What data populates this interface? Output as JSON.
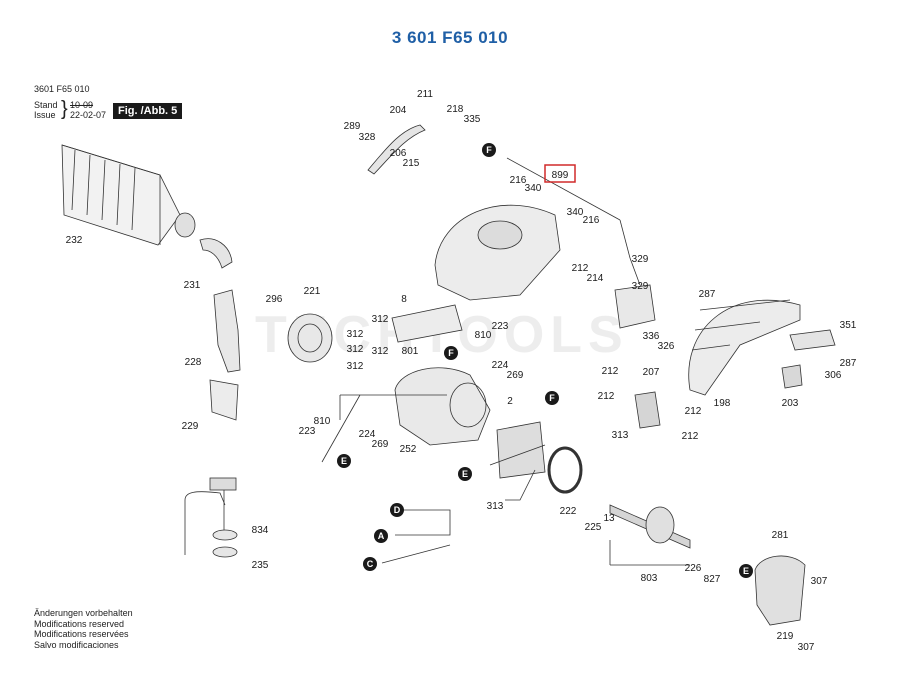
{
  "title": "3 601 F65 010",
  "header": {
    "model": "3601 F65 010",
    "stand_label": "Stand",
    "stand_date_old": "10-09",
    "issue_label": "Issue",
    "issue_date": "22-02-07",
    "figure": "Fig. /Abb. 5"
  },
  "highlight_part": "899",
  "watermark": "TECHTOOLS",
  "parts": [
    {
      "id": "p211",
      "n": "211"
    },
    {
      "id": "p204",
      "n": "204"
    },
    {
      "id": "p218",
      "n": "218"
    },
    {
      "id": "p289",
      "n": "289"
    },
    {
      "id": "p328",
      "n": "328"
    },
    {
      "id": "p335",
      "n": "335"
    },
    {
      "id": "p206",
      "n": "206"
    },
    {
      "id": "p215",
      "n": "215"
    },
    {
      "id": "p899",
      "n": "899"
    },
    {
      "id": "p216a",
      "n": "216"
    },
    {
      "id": "p340a",
      "n": "340"
    },
    {
      "id": "p340b",
      "n": "340"
    },
    {
      "id": "p216b",
      "n": "216"
    },
    {
      "id": "p232",
      "n": "232"
    },
    {
      "id": "p231",
      "n": "231"
    },
    {
      "id": "p329a",
      "n": "329"
    },
    {
      "id": "p212a",
      "n": "212"
    },
    {
      "id": "p214",
      "n": "214"
    },
    {
      "id": "p329b",
      "n": "329"
    },
    {
      "id": "p287a",
      "n": "287"
    },
    {
      "id": "p351",
      "n": "351"
    },
    {
      "id": "p296",
      "n": "296"
    },
    {
      "id": "p221",
      "n": "221"
    },
    {
      "id": "p8",
      "n": "8"
    },
    {
      "id": "p312a",
      "n": "312"
    },
    {
      "id": "p312b",
      "n": "312"
    },
    {
      "id": "p223a",
      "n": "223"
    },
    {
      "id": "p312c",
      "n": "312"
    },
    {
      "id": "p312d",
      "n": "312"
    },
    {
      "id": "p810a",
      "n": "810"
    },
    {
      "id": "p801",
      "n": "801"
    },
    {
      "id": "p228",
      "n": "228"
    },
    {
      "id": "p336",
      "n": "336"
    },
    {
      "id": "p326",
      "n": "326"
    },
    {
      "id": "p287b",
      "n": "287"
    },
    {
      "id": "p312e",
      "n": "312"
    },
    {
      "id": "p224a",
      "n": "224"
    },
    {
      "id": "p269a",
      "n": "269"
    },
    {
      "id": "p212b",
      "n": "212"
    },
    {
      "id": "p207",
      "n": "207"
    },
    {
      "id": "p306",
      "n": "306"
    },
    {
      "id": "p212c",
      "n": "212"
    },
    {
      "id": "p212d",
      "n": "212"
    },
    {
      "id": "p198",
      "n": "198"
    },
    {
      "id": "p203",
      "n": "203"
    },
    {
      "id": "p229",
      "n": "229"
    },
    {
      "id": "p810b",
      "n": "810"
    },
    {
      "id": "p2",
      "n": "2"
    },
    {
      "id": "p223b",
      "n": "223"
    },
    {
      "id": "p224b",
      "n": "224"
    },
    {
      "id": "p269b",
      "n": "269"
    },
    {
      "id": "p212e",
      "n": "212"
    },
    {
      "id": "p252",
      "n": "252"
    },
    {
      "id": "p313a",
      "n": "313"
    },
    {
      "id": "p313b",
      "n": "313"
    },
    {
      "id": "p222",
      "n": "222"
    },
    {
      "id": "p13",
      "n": "13"
    },
    {
      "id": "p225",
      "n": "225"
    },
    {
      "id": "p834",
      "n": "834"
    },
    {
      "id": "p281",
      "n": "281"
    },
    {
      "id": "p226",
      "n": "226"
    },
    {
      "id": "p827",
      "n": "827"
    },
    {
      "id": "p235",
      "n": "235"
    },
    {
      "id": "p803",
      "n": "803"
    },
    {
      "id": "p307a",
      "n": "307"
    },
    {
      "id": "p219",
      "n": "219"
    },
    {
      "id": "p307b",
      "n": "307"
    }
  ],
  "markers": [
    {
      "id": "mF1",
      "letter": "F"
    },
    {
      "id": "mF2",
      "letter": "F"
    },
    {
      "id": "mF3",
      "letter": "F"
    },
    {
      "id": "mE1",
      "letter": "E"
    },
    {
      "id": "mE2",
      "letter": "E"
    },
    {
      "id": "mE3",
      "letter": "E"
    },
    {
      "id": "mD",
      "letter": "D"
    },
    {
      "id": "mA",
      "letter": "A"
    },
    {
      "id": "mC",
      "letter": "C"
    }
  ],
  "footer": [
    "Änderungen vorbehalten",
    "Modifications reserved",
    "Modifications reservées",
    "Salvo modificaciones"
  ]
}
